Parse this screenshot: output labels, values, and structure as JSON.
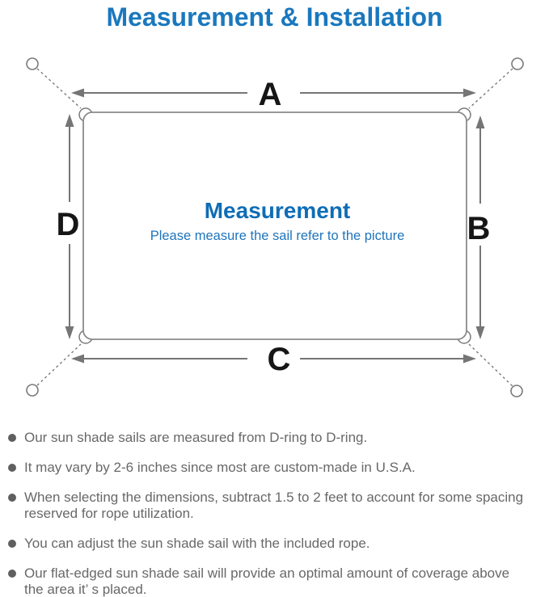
{
  "header": {
    "title": "Measurement & Installation"
  },
  "diagram": {
    "labels": {
      "top": "A",
      "right": "B",
      "bottom": "C",
      "left": "D"
    },
    "center_title": "Measurement",
    "center_subtitle": "Please measure the sail refer to the picture"
  },
  "notes": {
    "bullets": [
      {
        "text": "Our sun shade sails are measured from D-ring to D-ring."
      },
      {
        "text": "It may vary by 2-6 inches since most are custom-made in U.S.A."
      },
      {
        "text": "When selecting the dimensions, subtract 1.5 to 2 feet to account for some spacing\nreserved for rope utilization."
      },
      {
        "text": "You can adjust the sun shade sail with the included rope."
      },
      {
        "text": "Our flat-edged sun shade sail will provide an optimal amount of coverage above\nthe area it’ s placed."
      }
    ]
  },
  "colors": {
    "title_blue": "#1a78be",
    "center_title_blue": "#0e6db6",
    "center_subtitle_blue": "#1f74bc",
    "diagram_line_gray": "#7a7a7a",
    "sail_border_gray": "#8a8a8a",
    "dimension_label_black": "#161616",
    "body_text_gray": "#686868"
  }
}
